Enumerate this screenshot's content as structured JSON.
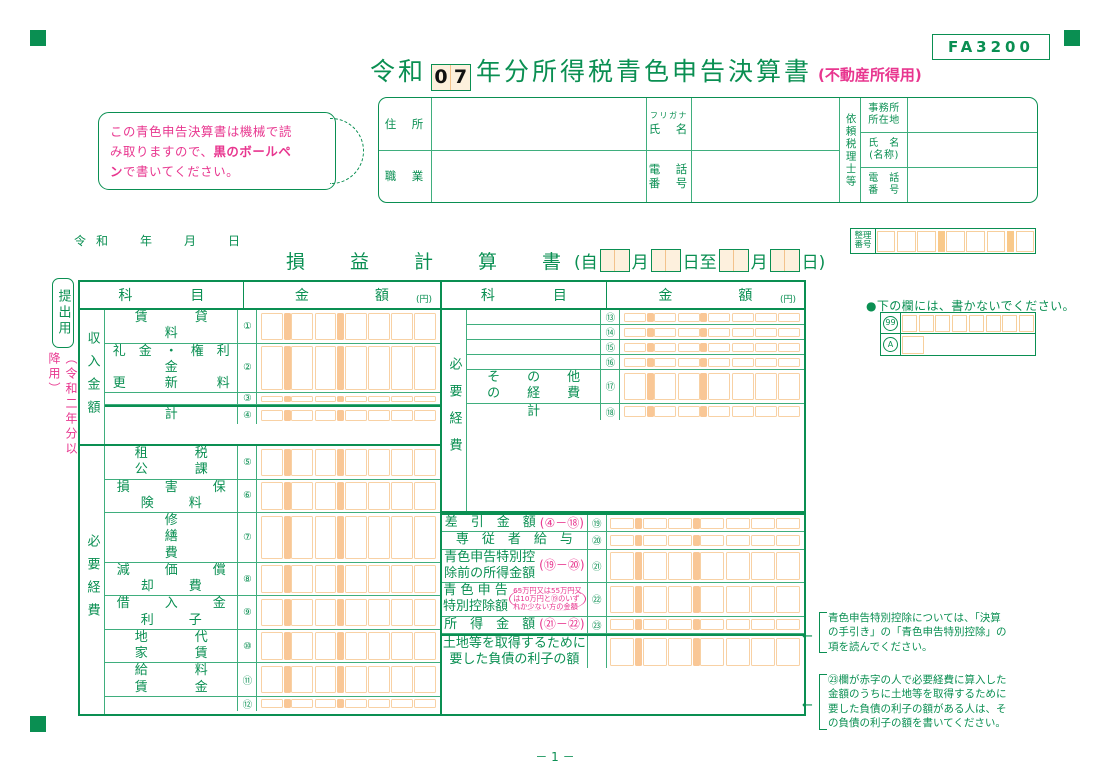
{
  "meta": {
    "form_code": "FA3200",
    "page_number": "－ 1 －"
  },
  "title": {
    "era": "令和",
    "year_digits": [
      "0",
      "7"
    ],
    "main": "年分所得税青色申告決算書",
    "sub": "(不動産所得用)"
  },
  "notice": {
    "line1": "この青色申告決算書は機械で読",
    "line2_pre": "み取りますので、",
    "line2_bold": "黒のボールペ",
    "line3_bold": "ン",
    "line3_post": "で書いてください。"
  },
  "info_table": {
    "address_label": "住　所",
    "occupation_label": "職　業",
    "furigana_label": "フリガナ",
    "name_label": "氏　名",
    "phone_label": "電　話\n番　号",
    "agent_vertical": "依頼税理士等",
    "agent_office_label": "事務所\n所在地",
    "agent_name_label": "氏　名\n(名称)",
    "agent_phone_label": "電　話\n番　号"
  },
  "seiri": {
    "label_top": "整理",
    "label_bottom": "番号",
    "cells": 8
  },
  "no_write": {
    "note": "●下の欄には、書かないでください。",
    "row1_label": "99",
    "row2_label": "A"
  },
  "side": {
    "teishutsu": "提出用",
    "reiwa_nendo": "（令和二年分以降用）"
  },
  "statement": {
    "reiwa_line": "令和　年　月　日",
    "title": "損　益　計　算　書",
    "period_open": "(自",
    "tsuki": "月",
    "nichi": "日",
    "itaru": "至",
    "period_close": "日)"
  },
  "headers": {
    "item": "科　目",
    "amount": "金　額",
    "yen": "(円)"
  },
  "left_groups": [
    {
      "label": "収入金額",
      "thick_bottom": true,
      "rows": [
        {
          "name": "賃　貸　料",
          "num": "①",
          "spacing": "sp"
        },
        {
          "name": "礼　金　・　権　利　金\n更　　　新　　　料",
          "num": "②",
          "spacing": "sp3",
          "two_line": true
        },
        {
          "name": "",
          "num": "③",
          "spacing": ""
        },
        {
          "name": "計",
          "num": "④",
          "spacing": "",
          "thick_top": true
        }
      ]
    },
    {
      "label": "必要経費",
      "thick_bottom": false,
      "rows": [
        {
          "name": "租　税　公　課",
          "num": "⑤",
          "spacing": "sp"
        },
        {
          "name": "損　害　保　険　料",
          "num": "⑥",
          "spacing": "sp2"
        },
        {
          "name": "修　　繕　　費",
          "num": "⑦",
          "spacing": "sp"
        },
        {
          "name": "減　価　償　却　費",
          "num": "⑧",
          "spacing": "sp2"
        },
        {
          "name": "借　入　金　利　子",
          "num": "⑨",
          "spacing": "sp2"
        },
        {
          "name": "地　代　家　賃",
          "num": "⑩",
          "spacing": "sp"
        },
        {
          "name": "給　料　賃　金",
          "num": "⑪",
          "spacing": "sp"
        },
        {
          "name": "",
          "num": "⑫",
          "spacing": ""
        }
      ]
    }
  ],
  "right_groups": [
    {
      "label": "必要経費",
      "rows": [
        {
          "name": "",
          "num": "⑬"
        },
        {
          "name": "",
          "num": "⑭"
        },
        {
          "name": "",
          "num": "⑮"
        },
        {
          "name": "",
          "num": "⑯"
        },
        {
          "name": "そ　の　他　の　経　費",
          "num": "⑰"
        },
        {
          "name": "計",
          "num": "⑱"
        }
      ]
    }
  ],
  "right_rows": [
    {
      "name": "差　引　金　額",
      "formula": "(④－⑱)",
      "num": "⑲",
      "thick_top": true
    },
    {
      "name": "専　従　者　給　与",
      "formula": "",
      "num": "⑳"
    },
    {
      "name": "青色申告特別控\n除前の所得金額",
      "formula": "(⑲－⑳)",
      "num": "㉑",
      "two_line": true
    },
    {
      "name": "青 色 申 告\n特別控除額",
      "formula": "",
      "num": "㉒",
      "two_line": true,
      "paren": "65万円又は55万円又\nは10万円と⑲のいず\nれか少ない方の金額"
    },
    {
      "name": "所　得　金　額",
      "formula": "(㉑－㉒)",
      "num": "㉓"
    },
    {
      "name": "土地等を取得するために\n要した負債の利子の額",
      "formula": "",
      "num": "",
      "two_line": true,
      "no_num": true
    }
  ],
  "bracket_notes": [
    {
      "lines": [
        "青色申告特別控除については、「決算",
        "の手引き」の「青色申告特別控除」の",
        "項を読んでください。"
      ]
    },
    {
      "lines": [
        "㉓欄が赤字の人で必要経費に算入した",
        "金額のうちに土地等を取得するために",
        "要した負債の利子の額がある人は、そ",
        "の負債の利子の額を書いてください。"
      ]
    }
  ],
  "colors": {
    "green": "#0a8f52",
    "light_green": "#3fae7d",
    "pink": "#e8368f",
    "cell_orange": "#f8d1a4",
    "sep_orange": "#f9c796"
  }
}
